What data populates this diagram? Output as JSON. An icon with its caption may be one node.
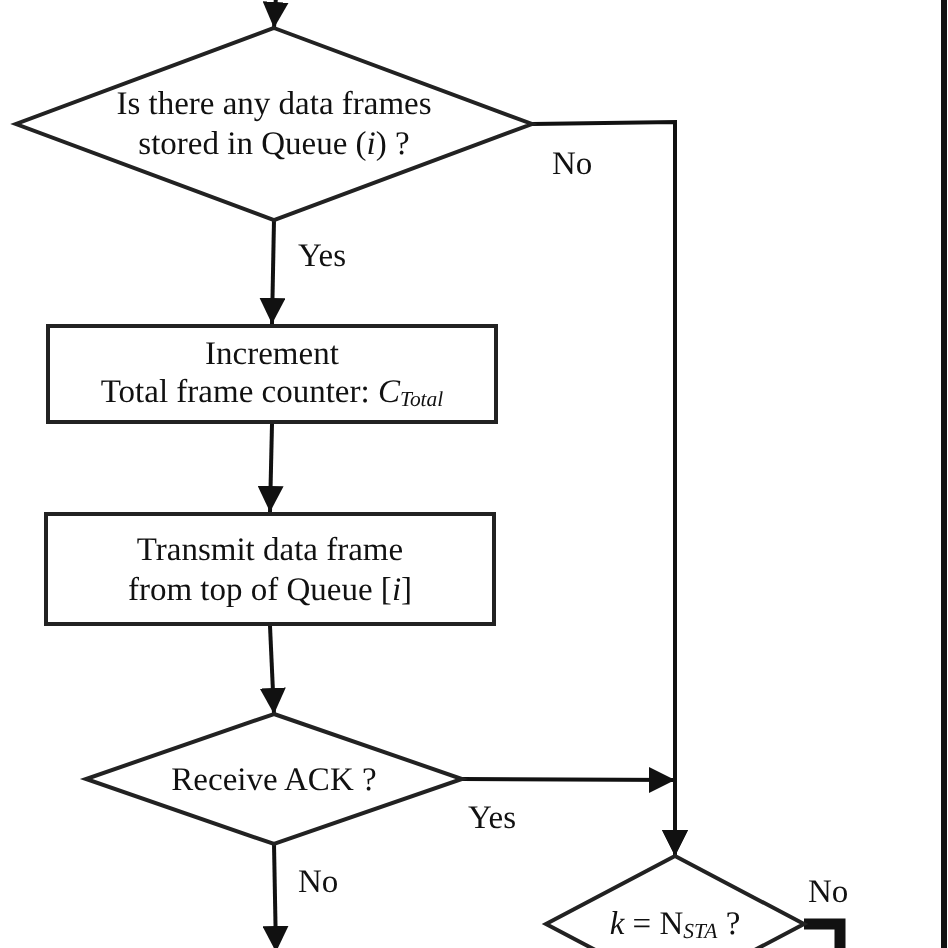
{
  "diagram": {
    "nodes": [
      {
        "text": [
          "Is there any data frames stored in Queue (*i*) ?"
        ]
      },
      {
        "text": [
          "Increment",
          "Total frame counter: *C*$_{Total}$"
        ]
      },
      {
        "text": [
          "Transmit data frame from top of Queue [*i*]"
        ]
      },
      {
        "text": [
          "Receive ACK ?"
        ]
      },
      {
        "text": [
          "*k* = N$_{STA}$ ?"
        ]
      }
    ],
    "edges": [
      {
        "from": null,
        "to": 0,
        "arrow": "to"
      },
      {
        "from": 0,
        "to": 1,
        "arrow": "to",
        "label": "Yes"
      },
      {
        "from": 1,
        "to": 2,
        "arrow": "to"
      },
      {
        "from": 2,
        "to": 3,
        "arrow": "to"
      },
      {
        "from": 3,
        "to": null,
        "arrow": "to",
        "label": "No"
      },
      {
        "from": 0,
        "to": 4,
        "arrow": "to",
        "label": "No"
      },
      {
        "from": 3,
        "to": 4,
        "arrow": "to",
        "label": "Yes"
      },
      {
        "from": 4,
        "to": null,
        "arrow": "none",
        "label": "No",
        "style": "thick"
      }
    ]
  }
}
